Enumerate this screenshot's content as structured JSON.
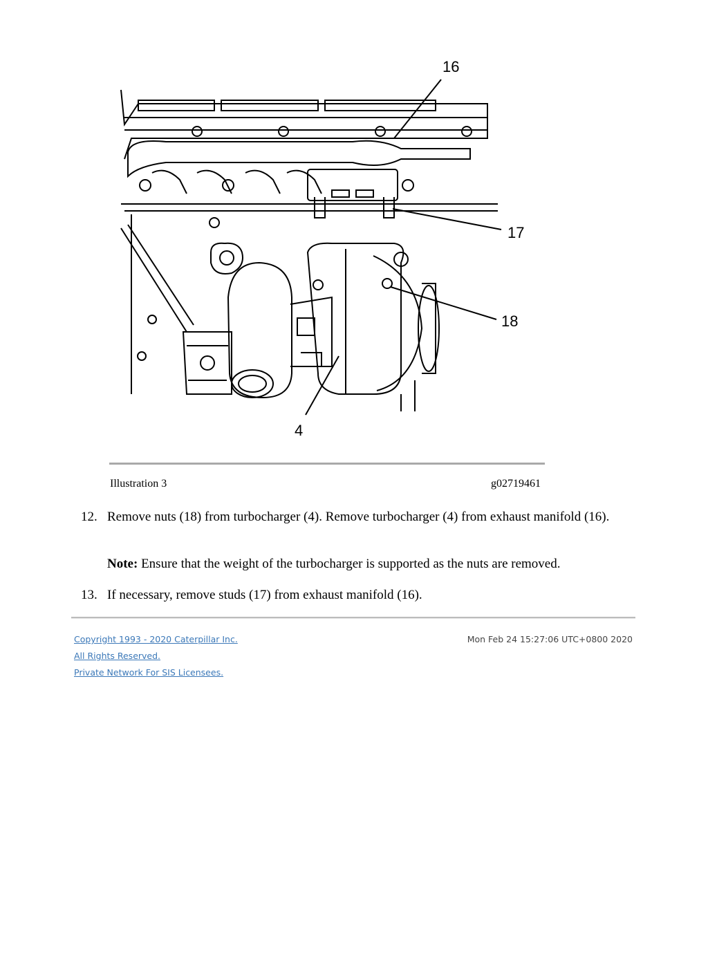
{
  "figure": {
    "callouts": [
      "16",
      "17",
      "18",
      "4"
    ]
  },
  "caption": {
    "label": "Illustration 3",
    "code": "g02719461"
  },
  "steps": [
    {
      "number": "12.",
      "text": "Remove nuts (18) from turbocharger (4). Remove turbocharger (4) from exhaust manifold (16)."
    },
    {
      "number": "13.",
      "text": "If necessary, remove studs (17) from exhaust manifold (16)."
    }
  ],
  "note": {
    "label": "Note:",
    "text": "Ensure that the weight of the turbocharger is supported as the nuts are removed."
  },
  "footer": {
    "copyright": "Copyright 1993 - 2020 Caterpillar Inc.",
    "rights": "All Rights Reserved.",
    "network": "Private Network For SIS Licensees.",
    "timestamp": "Mon Feb 24 15:27:06 UTC+0800 2020"
  }
}
